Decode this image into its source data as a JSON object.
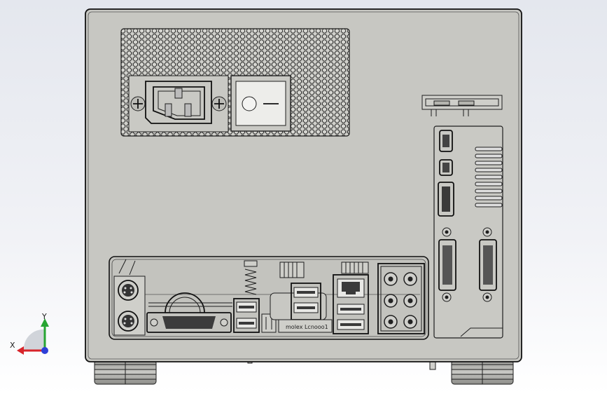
{
  "view": {
    "axis_x_label": "X",
    "axis_y_label": "Y"
  },
  "labels": {
    "motherboard_marking": "molex  Lcnooo1"
  },
  "colors": {
    "background_top": "#e4e7ee",
    "background_bottom": "#ffffff",
    "case_fill": "#c7c7c2",
    "panel_fill": "#c9c9c4",
    "line": "#1e1e1e",
    "axis_x": "#d8242a",
    "axis_y": "#27a532",
    "axis_z": "#2e3fd8"
  },
  "icons": {
    "triad": "coordinate-triad-icon",
    "vent": "hex-vent-icon",
    "power_inlet": "iec-c14-inlet-icon",
    "power_switch": "rocker-switch-icon"
  }
}
